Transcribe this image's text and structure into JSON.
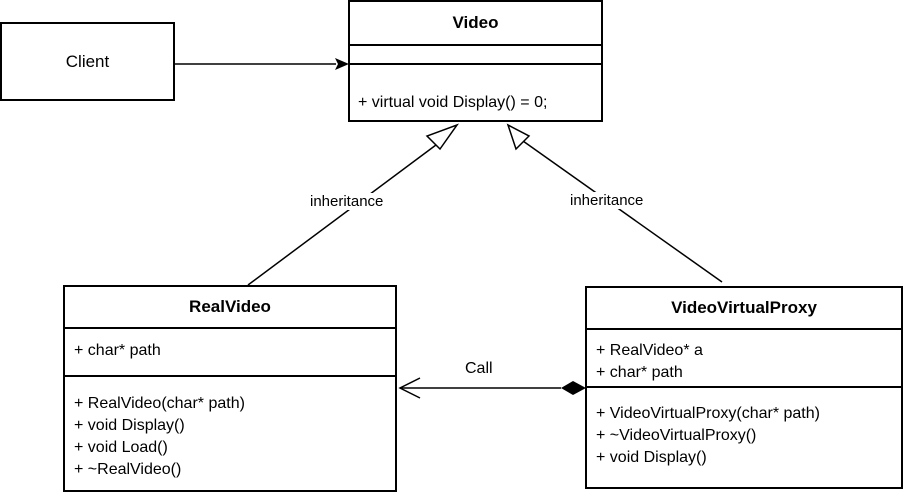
{
  "client": {
    "label": "Client"
  },
  "video": {
    "name": "Video",
    "attributes": [],
    "methods": [
      "+ virtual void Display() = 0;"
    ]
  },
  "real_video": {
    "name": "RealVideo",
    "attributes": [
      "+ char* path"
    ],
    "methods": [
      "+ RealVideo(char* path)",
      "+ void Display()",
      "+ void Load()",
      "+ ~RealVideo()"
    ]
  },
  "proxy": {
    "name": "VideoVirtualProxy",
    "attributes": [
      "+ RealVideo* a",
      "+ char* path"
    ],
    "methods": [
      "+ VideoVirtualProxy(char* path)",
      "+ ~VideoVirtualProxy()",
      "+ void Display()"
    ]
  },
  "edges": {
    "inheritance_left": "inheritance",
    "inheritance_right": "inheritance",
    "call": "Call"
  }
}
